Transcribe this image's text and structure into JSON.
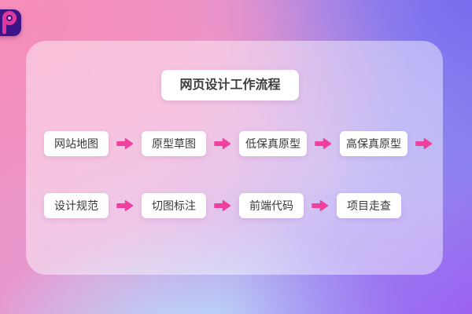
{
  "logo": {
    "icon": "p-logo-icon",
    "bg_color": "#3d1487",
    "fg_color": "#e0389d",
    "dot_color": "#f59ed2"
  },
  "diagram": {
    "title": "网页设计工作流程",
    "rows": [
      {
        "steps": [
          "网站地图",
          "原型草图",
          "低保真原型",
          "高保真原型"
        ],
        "trailing_arrow": true
      },
      {
        "steps": [
          "设计规范",
          "切图标注",
          "前端代码",
          "项目走查"
        ],
        "trailing_arrow": false
      }
    ],
    "arrow_color": "#f0409e"
  },
  "colors": {
    "card_overlay": "rgba(255,255,255,0.45)",
    "step_background": "#ffffff",
    "step_text": "#3a3a3a",
    "title_text": "#3c3c3c",
    "bg_pink": "#f48fbc",
    "bg_blueviolet": "#7b72ec",
    "bg_purple": "#a55ef2",
    "bg_lightblue": "#bfe0fb"
  }
}
